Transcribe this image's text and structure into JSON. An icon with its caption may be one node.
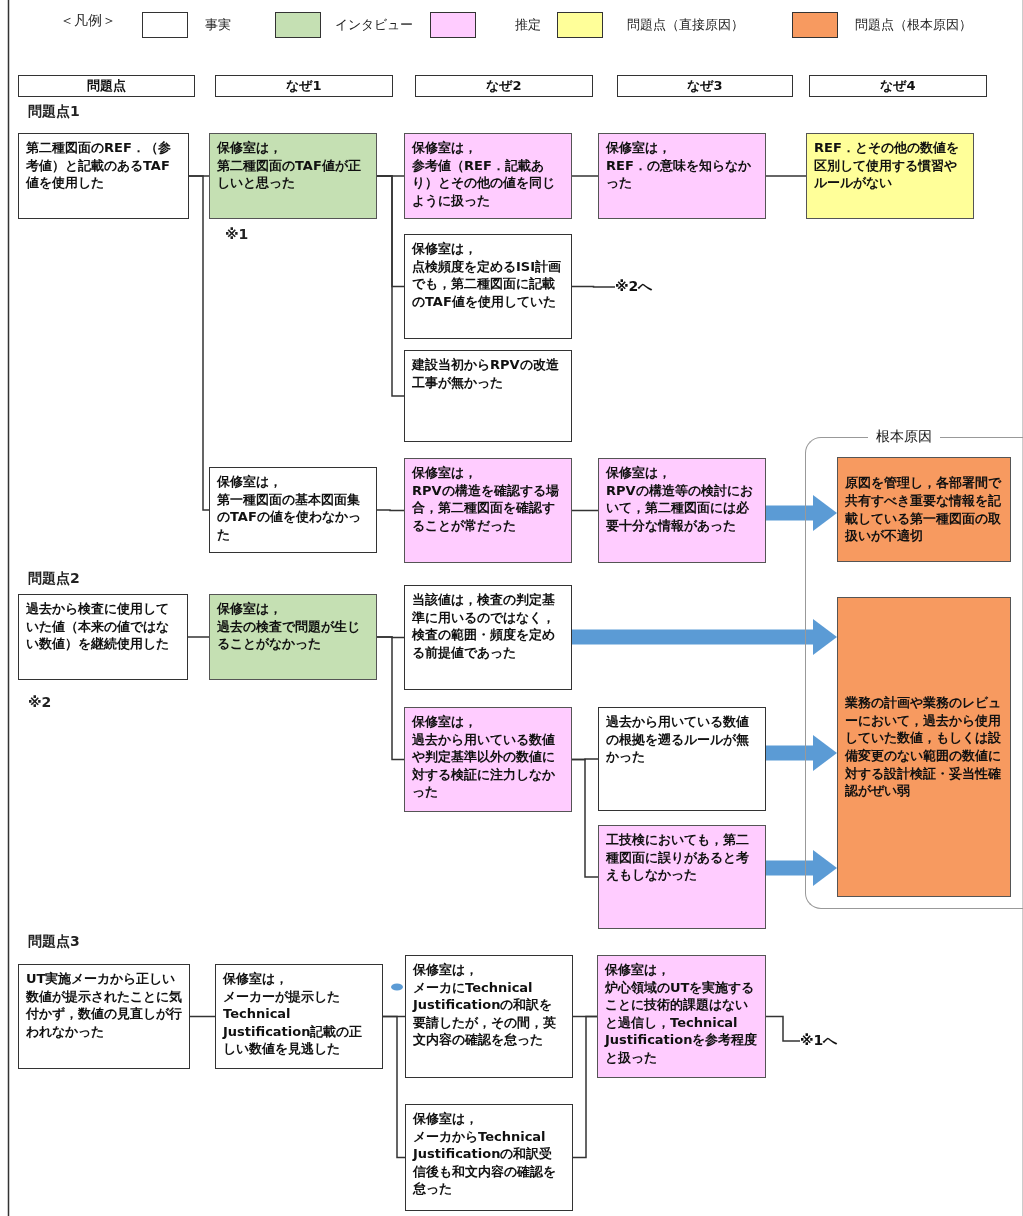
{
  "diagram": {
    "nodes": [
      {
        "text": [
          "問題点"
        ]
      },
      {
        "text": [
          "なぜ1"
        ]
      },
      {
        "text": [
          "なぜ2"
        ]
      },
      {
        "text": [
          "なぜ3"
        ]
      },
      {
        "text": [
          "なぜ4"
        ]
      },
      {
        "text": [
          "第二種図面のREF．（参考値）と記載のあるTAF値を使用した"
        ]
      },
      {
        "text": [
          "保修室は，",
          "第二種図面のTAF値が正しいと思った"
        ]
      },
      {
        "text": [
          "保修室は，",
          "参考値（REF．記載あり）とその他の値を同じように扱った"
        ]
      },
      {
        "text": [
          "保修室は，",
          "REF．の意味を知らなかった"
        ]
      },
      {
        "text": [
          "REF．とその他の数値を区別して使用する慣習やルールがない"
        ]
      },
      {
        "text": [
          "保修室は，",
          "点検頻度を定めるISI計画でも，第二種図面に記載のTAF値を使用していた"
        ]
      },
      {
        "text": [
          "※2へ"
        ]
      },
      {
        "text": [
          "建設当初からRPVの改造工事が無かった"
        ]
      },
      {
        "text": [
          "保修室は，",
          "第一種図面の基本図面集のTAFの値を使わなかった"
        ]
      },
      {
        "text": [
          "保修室は，",
          "RPVの構造を確認する場合，第二種図面を確認することが常だった"
        ]
      },
      {
        "text": [
          "保修室は，",
          "RPVの構造等の検討において，第二種図面には必要十分な情報があった"
        ]
      },
      {
        "text": [
          "根本原因"
        ]
      },
      {
        "text": [
          "原図を管理し，各部署間で共有すべき重要な情報を記載している第一種図面の取扱いが不適切"
        ],
        "in": 16
      },
      {
        "text": [
          "業務の計画や業務のレビューにおいて，過去から使用していた数値，もしくは設備変更のない範囲の数値に対する設計検証・妥当性確認がぜい弱"
        ],
        "in": 16
      },
      {
        "text": [
          "過去から検査に使用していた値（本来の値ではない数値）を継続使用した"
        ]
      },
      {
        "text": [
          "保修室は，",
          "過去の検査で問題が生じることがなかった"
        ]
      },
      {
        "text": [
          "当該値は，検査の判定基準に用いるのではなく，検査の範囲・頻度を定める前提値であった"
        ]
      },
      {
        "text": [
          "保修室は，",
          "過去から用いている数値や判定基準以外の数値に対する検証に注力しなかった"
        ]
      },
      {
        "text": [
          "過去から用いている数値の根拠を遡るルールが無かった"
        ]
      },
      {
        "text": [
          "工技検においても，第二種図面に誤りがあると考えもしなかった"
        ]
      },
      {
        "text": [
          "UT実施メーカから正しい数値が提示されたことに気付かず，数値の見直しが行われなかった"
        ]
      },
      {
        "text": [
          "保修室は，",
          "メーカーが提示したTechnical Justification記載の正しい数値を見逃した"
        ]
      },
      {
        "text": [
          "保修室は，",
          "メーカにTechnical Justificationの和訳を要請したが，その間，英文内容の確認を怠った"
        ]
      },
      {
        "text": [
          "保修室は，",
          "メーカからTechnical Justificationの和訳受信後も和文内容の確認を怠った"
        ]
      },
      {
        "text": [
          "保修室は，",
          "炉心領域のUTを実施することに技術的課題はないと過信し，Technical Justificationを参考程度と扱った"
        ]
      },
      {
        "text": [
          "※1へ"
        ]
      }
    ],
    "edges": [
      {
        "from": 5,
        "to": 6,
        "arrow": "none"
      },
      {
        "from": 6,
        "to": 7,
        "arrow": "none"
      },
      {
        "from": 6,
        "to": 10,
        "arrow": "none"
      },
      {
        "from": 6,
        "to": 12,
        "arrow": "none"
      },
      {
        "from": 5,
        "to": 13,
        "arrow": "none"
      },
      {
        "from": 7,
        "to": 8,
        "arrow": "none"
      },
      {
        "from": 8,
        "to": 9,
        "arrow": "none"
      },
      {
        "from": 10,
        "to": 11,
        "arrow": "none"
      },
      {
        "from": 13,
        "to": 14,
        "arrow": "none"
      },
      {
        "from": 14,
        "to": 15,
        "arrow": "none"
      },
      {
        "from": 15,
        "to": 17,
        "arrow": "to",
        "style": "thick",
        "color": "#5b9bd5"
      },
      {
        "from": 19,
        "to": 20,
        "arrow": "none"
      },
      {
        "from": 20,
        "to": 21,
        "arrow": "none"
      },
      {
        "from": 20,
        "to": 22,
        "arrow": "none"
      },
      {
        "from": 21,
        "to": 18,
        "arrow": "to",
        "style": "thick",
        "color": "#5b9bd5"
      },
      {
        "from": 22,
        "to": 23,
        "arrow": "none"
      },
      {
        "from": 22,
        "to": 24,
        "arrow": "none"
      },
      {
        "from": 23,
        "to": 18,
        "arrow": "to",
        "style": "thick",
        "color": "#5b9bd5"
      },
      {
        "from": 24,
        "to": 18,
        "arrow": "to",
        "style": "thick",
        "color": "#5b9bd5"
      },
      {
        "from": 25,
        "to": 26,
        "arrow": "none"
      },
      {
        "from": 26,
        "to": 27,
        "arrow": "none"
      },
      {
        "from": 26,
        "to": 28,
        "arrow": "none"
      },
      {
        "from": 27,
        "to": 29,
        "arrow": "none"
      },
      {
        "from": 28,
        "to": 29,
        "arrow": "none"
      },
      {
        "from": 29,
        "to": 30,
        "arrow": "none"
      }
    ],
    "labels": [
      "＜凡例＞",
      "問題点1",
      "※1",
      "問題点2",
      "※2",
      "問題点3"
    ],
    "legend": [
      {
        "text": "事実",
        "color": "#ffffff"
      },
      {
        "text": "インタビュー",
        "color": "#c5e0b3"
      },
      {
        "text": "推定",
        "color": "#ffccff"
      },
      {
        "text": "問題点（直接原因）",
        "color": "#ffff99"
      },
      {
        "text": "問題点（根本原因）",
        "color": "#f79a60"
      }
    ]
  }
}
